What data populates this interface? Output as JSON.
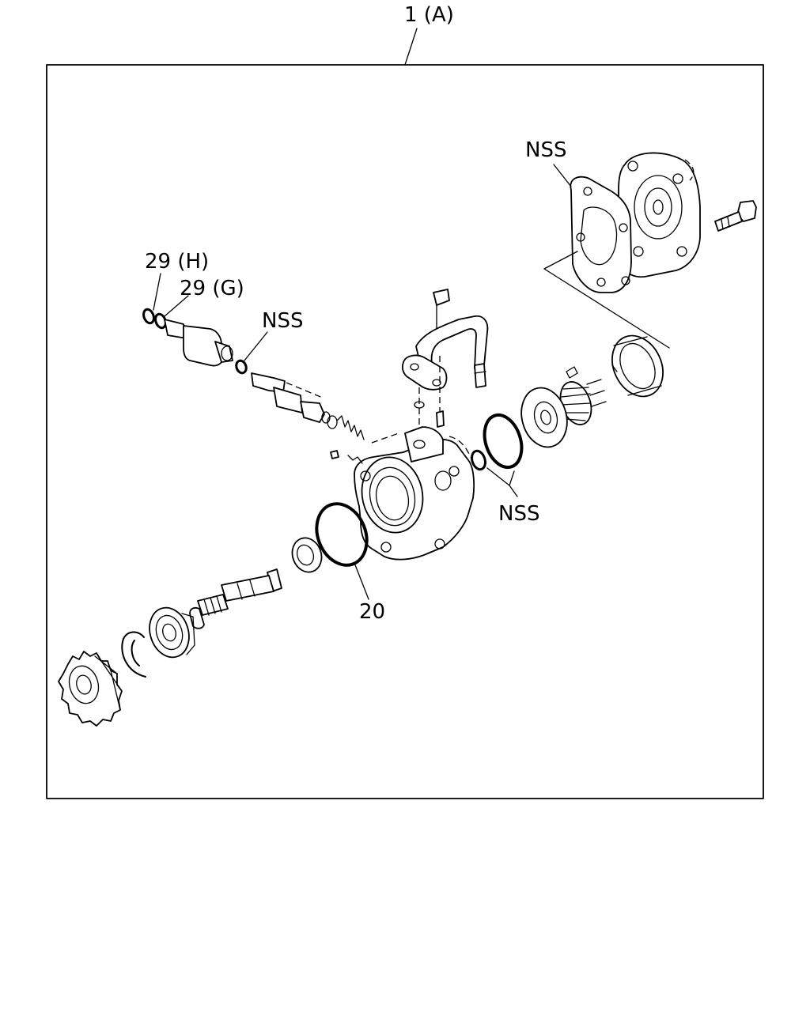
{
  "callouts": {
    "assembly": "1 (A)",
    "nss_top": "NSS",
    "oring_h": "29 (H)",
    "oring_g": "29 (G)",
    "nss_valve": "NSS",
    "nss_right": "NSS",
    "seal_20": "20"
  }
}
